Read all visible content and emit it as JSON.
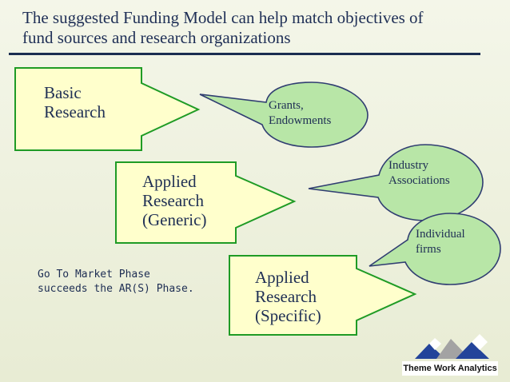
{
  "slide": {
    "title": "The suggested Funding Model can help match objectives of\nfund sources and research organizations"
  },
  "diagram": {
    "arrows": [
      {
        "label": "Basic\nResearch"
      },
      {
        "label": "Applied\nResearch\n(Generic)"
      },
      {
        "label": "Applied\nResearch\n(Specific)"
      }
    ],
    "callouts": [
      {
        "label": "Grants,\nEndowments"
      },
      {
        "label": "Industry\nAssociations"
      },
      {
        "label": "Individual\nfirms"
      }
    ],
    "note": "Go To Market Phase\nsucceeds the AR(S) Phase."
  },
  "brand": {
    "name": "Theme Work Analytics",
    "colors": {
      "dark_navy": "#1b2d51",
      "arrow_fill": "#ffffcc",
      "arrow_stroke": "#1f9b25",
      "callout_fill": "#b8e6a7",
      "callout_stroke": "#303d71",
      "logo_blue": "#23449a",
      "logo_gray": "#a3a3a3"
    }
  }
}
